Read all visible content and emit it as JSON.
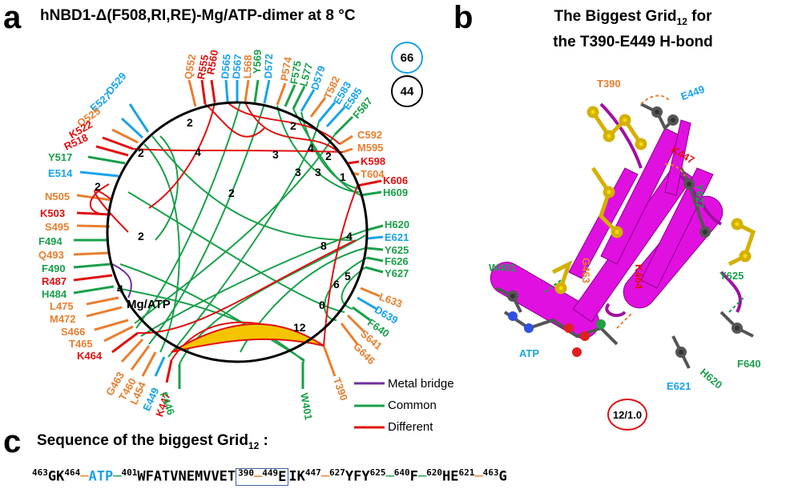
{
  "colors": {
    "blue": "#1aa3e8",
    "red": "#e01010",
    "orange": "#e87f2f",
    "green": "#1aa04a",
    "purple": "#7030a0",
    "magenta": "#e010e0",
    "yellow": "#f5c400"
  },
  "panel_a": {
    "letter": "a",
    "title": "hNBD1-Δ(F508,RI,RE)-Mg/ATP-dimer at 8 °C",
    "badge_top": "66",
    "badge_bottom": "44",
    "mg_atp": "Mg/ATP",
    "labels": [
      {
        "text": "D529",
        "color": "blue"
      },
      {
        "text": "E527",
        "color": "blue"
      },
      {
        "text": "Q525",
        "color": "orange"
      },
      {
        "text": "K522",
        "color": "red"
      },
      {
        "text": "R518",
        "color": "red"
      },
      {
        "text": "Y517",
        "color": "green"
      },
      {
        "text": "E514",
        "color": "blue"
      },
      {
        "text": "N505",
        "color": "orange"
      },
      {
        "text": "K503",
        "color": "red"
      },
      {
        "text": "S495",
        "color": "orange"
      },
      {
        "text": "F494",
        "color": "green"
      },
      {
        "text": "Q493",
        "color": "orange"
      },
      {
        "text": "F490",
        "color": "green"
      },
      {
        "text": "R487",
        "color": "red"
      },
      {
        "text": "H484",
        "color": "green"
      },
      {
        "text": "L475",
        "color": "orange"
      },
      {
        "text": "M472",
        "color": "orange"
      },
      {
        "text": "S466",
        "color": "orange"
      },
      {
        "text": "T465",
        "color": "orange"
      },
      {
        "text": "K464",
        "color": "red"
      },
      {
        "text": "G463",
        "color": "orange"
      },
      {
        "text": "T460",
        "color": "orange"
      },
      {
        "text": "L454",
        "color": "orange"
      },
      {
        "text": "E449",
        "color": "blue"
      },
      {
        "text": "K447",
        "color": "red"
      },
      {
        "text": "F446",
        "color": "green"
      },
      {
        "text": "W401",
        "color": "green"
      },
      {
        "text": "T390",
        "color": "orange"
      },
      {
        "text": "Q552",
        "color": "orange"
      },
      {
        "text": "R555",
        "color": "red"
      },
      {
        "text": "R560",
        "color": "red"
      },
      {
        "text": "D565",
        "color": "blue"
      },
      {
        "text": "D567",
        "color": "blue"
      },
      {
        "text": "L568",
        "color": "orange"
      },
      {
        "text": "Y569",
        "color": "green"
      },
      {
        "text": "D572",
        "color": "blue"
      },
      {
        "text": "P574",
        "color": "orange"
      },
      {
        "text": "F575",
        "color": "green"
      },
      {
        "text": "L577",
        "color": "green"
      },
      {
        "text": "D579",
        "color": "blue"
      },
      {
        "text": "T582",
        "color": "orange"
      },
      {
        "text": "E583",
        "color": "blue"
      },
      {
        "text": "E585",
        "color": "blue"
      },
      {
        "text": "F587",
        "color": "green"
      },
      {
        "text": "C592",
        "color": "orange"
      },
      {
        "text": "M595",
        "color": "orange"
      },
      {
        "text": "K598",
        "color": "red"
      },
      {
        "text": "T604",
        "color": "orange"
      },
      {
        "text": "K606",
        "color": "red"
      },
      {
        "text": "H609",
        "color": "green"
      },
      {
        "text": "H620",
        "color": "green"
      },
      {
        "text": "E621",
        "color": "blue"
      },
      {
        "text": "Y625",
        "color": "green"
      },
      {
        "text": "F626",
        "color": "green"
      },
      {
        "text": "Y627",
        "color": "green"
      },
      {
        "text": "L633",
        "color": "orange"
      },
      {
        "text": "D639",
        "color": "blue"
      },
      {
        "text": "F640",
        "color": "green"
      },
      {
        "text": "S641",
        "color": "orange"
      },
      {
        "text": "G646",
        "color": "orange"
      }
    ],
    "grid_numbers": [
      "2",
      "4",
      "3",
      "2",
      "2",
      "3",
      "3",
      "4",
      "2",
      "1",
      "2",
      "2",
      "4",
      "8",
      "5",
      "6",
      "0",
      "12",
      "4"
    ],
    "legend": {
      "metal_bridge": "Metal bridge",
      "common": "Common",
      "different": "Different"
    }
  },
  "panel_b": {
    "letter": "b",
    "title_line1": "The Biggest Grid",
    "title_sub": "12",
    "title_suffix": " for",
    "title_line2": "the T390-E449 H-bond",
    "labels": [
      {
        "text": "T390",
        "color": "orange"
      },
      {
        "text": "E449",
        "color": "blue"
      },
      {
        "text": "K447",
        "color": "red"
      },
      {
        "text": "Y627",
        "color": "green"
      },
      {
        "text": "W401",
        "color": "green"
      },
      {
        "text": "G463",
        "color": "orange"
      },
      {
        "text": "K464",
        "color": "red"
      },
      {
        "text": "Y625",
        "color": "green"
      },
      {
        "text": "ATP",
        "color": "blue"
      },
      {
        "text": "F640",
        "color": "green"
      },
      {
        "text": "H620",
        "color": "green"
      },
      {
        "text": "E621",
        "color": "blue"
      }
    ],
    "badge": "12/1.0"
  },
  "panel_c": {
    "letter": "c",
    "title": "Sequence of the biggest Grid",
    "title_sub": "12",
    "title_suffix": " :",
    "seq": [
      {
        "sup": "463",
        "text": "GK"
      },
      {
        "sup": "464",
        "text": ""
      },
      {
        "sup": "",
        "text": "ATP",
        "color": "blue"
      },
      {
        "sup": "401",
        "text": "WFATVNEMVVET"
      },
      {
        "sup": "390",
        "text": ""
      },
      {
        "sup": "449",
        "text": "EIK"
      },
      {
        "sup": "447",
        "text": ""
      },
      {
        "sup": "627",
        "text": "YFY"
      },
      {
        "sup": "625",
        "text": ""
      },
      {
        "sup": "640",
        "text": "F"
      },
      {
        "sup": "620",
        "text": "HE"
      },
      {
        "sup": "621",
        "text": ""
      },
      {
        "sup": "463",
        "text": "G"
      }
    ]
  }
}
